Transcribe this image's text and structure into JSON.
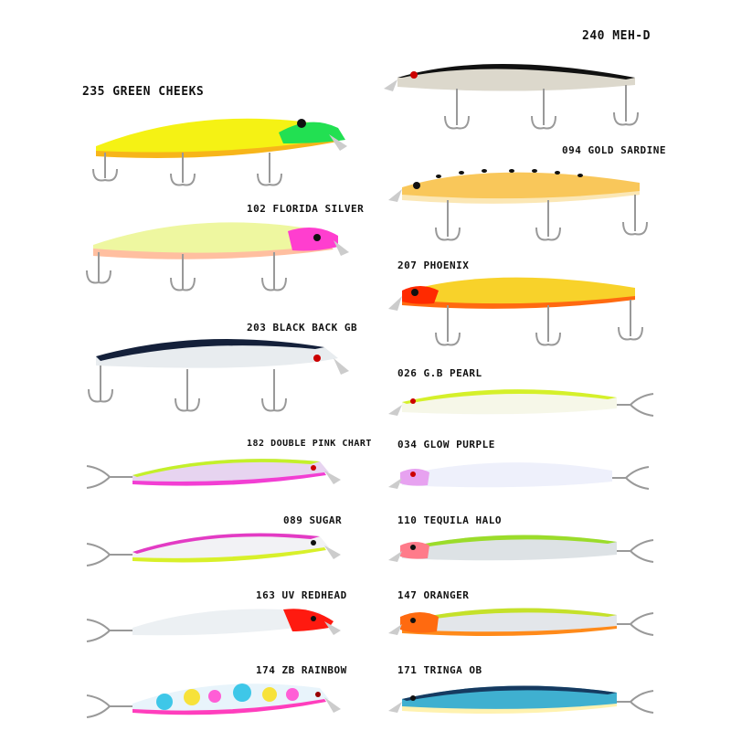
{
  "catalog": {
    "lures": [
      {
        "id": "235",
        "label": "235 GREEN CHEEKS",
        "side": "left",
        "body": "#f7f50f",
        "belly": "#f5e000",
        "head": "#2ee34a",
        "eye_dark": true,
        "hooks": 3,
        "facing": "right"
      },
      {
        "id": "102",
        "label": "102 FLORIDA SILVER",
        "side": "left",
        "body": "#eef7a0",
        "belly": "#ffc8a0",
        "head": "#ff3ecf",
        "hooks": 3,
        "facing": "right"
      },
      {
        "id": "203",
        "label": "203 BLACK BACK GB",
        "side": "left",
        "body": "#e8ecef",
        "back": "#14203a",
        "belly": "#ffffff",
        "head": "#ffffff",
        "hooks": 3,
        "facing": "right"
      },
      {
        "id": "182",
        "label": "182 DOUBLE PINK CHART",
        "side": "left",
        "body": "#e7d4f0",
        "back": "#c4f02a",
        "belly": "#f23ed3",
        "head": "#f5f5f5",
        "hooks": 2,
        "facing": "right"
      },
      {
        "id": "089",
        "label": "089 SUGAR",
        "side": "left",
        "body": "#f2f2f5",
        "back": "#e33bc4",
        "belly": "#d8f02a",
        "head": "#ffffff",
        "hooks": 2,
        "facing": "right"
      },
      {
        "id": "163",
        "label": "163 UV REDHEAD",
        "side": "left",
        "body": "#ecf0f3",
        "back": "#e9eef2",
        "belly": "#f5f5f5",
        "head": "#ff1a10",
        "hooks": 2,
        "facing": "right"
      },
      {
        "id": "174",
        "label": "174 ZB RAINBOW",
        "side": "left",
        "body": "#e8f4fb",
        "back": "#d0ecf8",
        "belly": "#ff3ebd",
        "head": "#eaf4fb",
        "spots": [
          "#3ec7e8",
          "#f7e23a",
          "#ff5ed6",
          "#3ec7e8",
          "#f7e23a",
          "#ff5ed6"
        ],
        "hooks": 2,
        "facing": "right"
      },
      {
        "id": "240",
        "label": "240 MEH-D",
        "side": "right",
        "body": "#dcd8cc",
        "back": "#111111",
        "belly": "#f3f0e8",
        "head": "#e0ddd5",
        "hooks": 3,
        "facing": "left"
      },
      {
        "id": "094",
        "label": "094 GOLD SARDINE",
        "side": "right",
        "body": "#f9c75a",
        "back": "#f4b53a",
        "belly": "#fbe7b5",
        "head": "#f5d080",
        "dots": true,
        "hooks": 3,
        "facing": "left"
      },
      {
        "id": "207",
        "label": "207 PHOENIX",
        "side": "right",
        "body": "#f8d22a",
        "back": "#f8c212",
        "belly": "#ff6a10",
        "head": "#ff2a00",
        "hooks": 3,
        "facing": "left"
      },
      {
        "id": "026",
        "label": "026 G.B PEARL",
        "side": "right",
        "body": "#f6f7e8",
        "back": "#d5f02a",
        "belly": "#f5f5ee",
        "head": "#f0f2e0",
        "hooks": 2,
        "facing": "left"
      },
      {
        "id": "034",
        "label": "034 GLOW PURPLE",
        "side": "right",
        "body": "#eef0fb",
        "back": "#f0f2fc",
        "belly": "#ffffff",
        "head": "#e7a2f0",
        "hooks": 2,
        "facing": "left"
      },
      {
        "id": "110",
        "label": "110 TEQUILA HALO",
        "side": "right",
        "body": "#dde2e5",
        "back": "#9bdc2a",
        "belly": "#ffffff",
        "head": "#ff7b8a",
        "hooks": 2,
        "facing": "left"
      },
      {
        "id": "147",
        "label": "147 ORANGER",
        "side": "right",
        "body": "#e3e6ea",
        "back": "#c5e12a",
        "belly": "#ff8a1a",
        "head": "#ff6a10",
        "hooks": 2,
        "facing": "left"
      },
      {
        "id": "171",
        "label": "171 TRINGA OB",
        "side": "right",
        "body": "#3fb0d0",
        "back": "#163a60",
        "belly": "#fff2b0",
        "head": "#2c8fc0",
        "hooks": 2,
        "facing": "left"
      }
    ]
  }
}
